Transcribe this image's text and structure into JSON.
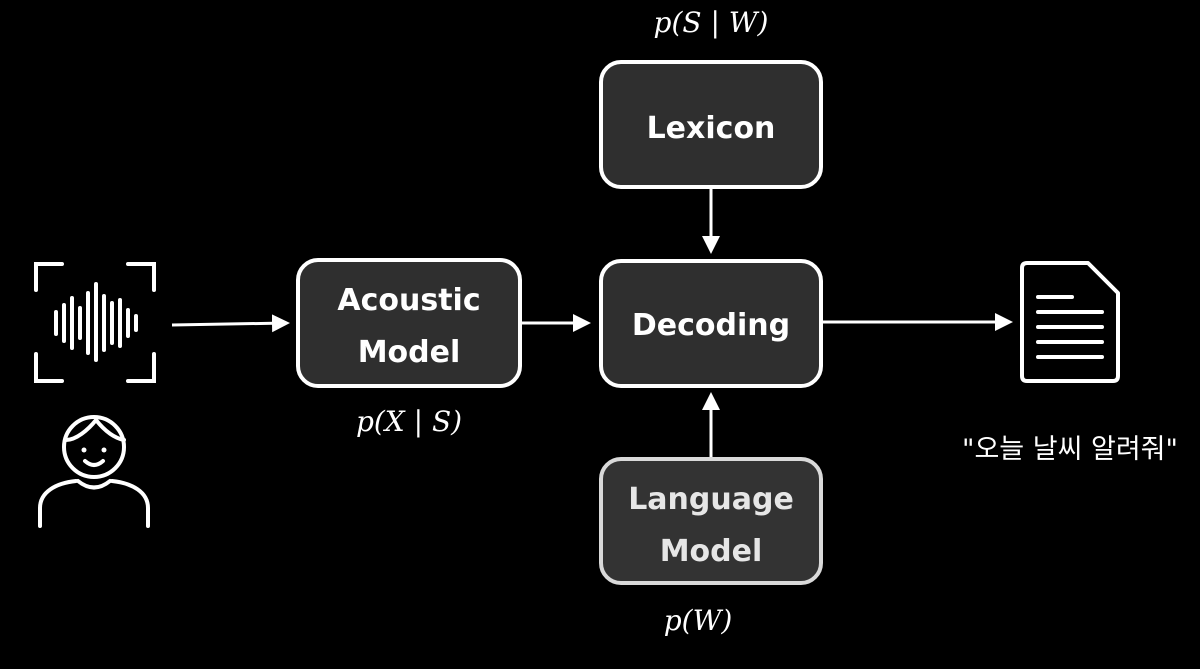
{
  "nodes": {
    "acoustic_model": {
      "line1": "Acoustic",
      "line2": "Model"
    },
    "lexicon": {
      "label": "Lexicon"
    },
    "decoding": {
      "label": "Decoding"
    },
    "language_model": {
      "line1": "Language",
      "line2": "Model"
    }
  },
  "formulas": {
    "lexicon": "p(S | W)",
    "acoustic_model": "p(X | S)",
    "language_model": "p(W)"
  },
  "output": {
    "text": "\"오늘 날씨 알려줘\""
  },
  "icons": {
    "audio_input": "voice-waveform-icon",
    "speaker": "person-icon",
    "output_document": "document-icon"
  },
  "colors": {
    "background": "#000000",
    "box_fill": "#2f2f2f",
    "box_border": "#ffffff",
    "language_model_border": "#d9d9d9",
    "arrow": "#ffffff"
  }
}
